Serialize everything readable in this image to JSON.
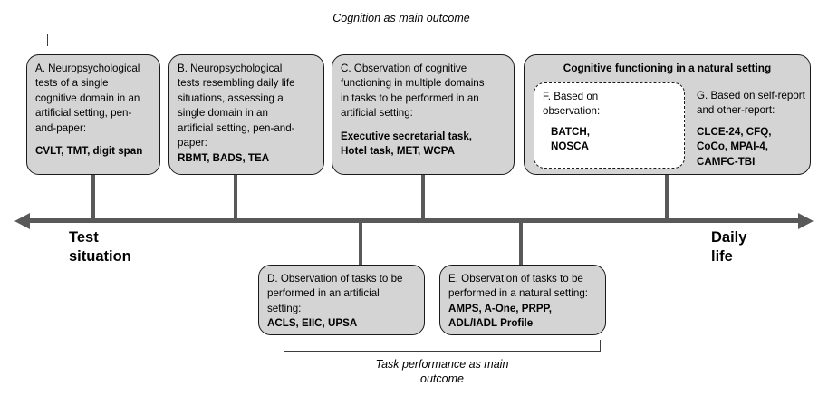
{
  "figure": {
    "title_top_bracket": "Cognition as main outcome",
    "title_bottom_bracket": "Task performance as main\noutcome",
    "axis_left_label": "Test\nsituation",
    "axis_right_label": "Daily\nlife",
    "colors": {
      "box_fill": "#d4d4d4",
      "box_border": "#1a1a1a",
      "axis": "#595959",
      "bracket": "#3d3d3d",
      "background": "#ffffff",
      "inner_box_fill": "#ffffff"
    }
  },
  "boxes": {
    "a": {
      "body": "A. Neuropsychological\ntests of a single\ncognitive domain in an\nartificial setting, pen-\nand-paper:",
      "instruments": "CVLT, TMT, digit span"
    },
    "b": {
      "body": "B. Neuropsychological\ntests resembling daily life\nsituations, assessing a\nsingle domain in an\nartificial setting, pen-and-\npaper:",
      "instruments": "RBMT, BADS, TEA"
    },
    "c": {
      "body": "C. Observation of cognitive\nfunctioning in multiple domains\nin tasks to be performed in an\nartificial setting:",
      "instruments": "Executive secretarial task,\nHotel task, MET, WCPA"
    },
    "natural": {
      "title": "Cognitive functioning in a natural  setting",
      "f": {
        "body": "F. Based on\nobservation:",
        "instruments": "BATCH,\nNOSCA"
      },
      "g": {
        "body": "G. Based on self-report\nand other-report:",
        "instruments": "CLCE-24, CFQ,\nCoCo, MPAI-4,\nCAMFC-TBI"
      }
    },
    "d": {
      "body": "D. Observation of tasks to be\nperformed in an artificial\nsetting:",
      "instruments": "ACLS, EIIC, UPSA"
    },
    "e": {
      "body": "E. Observation of tasks to be\nperformed in a natural setting:",
      "instruments": "AMPS, A-One, PRPP,\nADL/IADL Profile"
    }
  }
}
